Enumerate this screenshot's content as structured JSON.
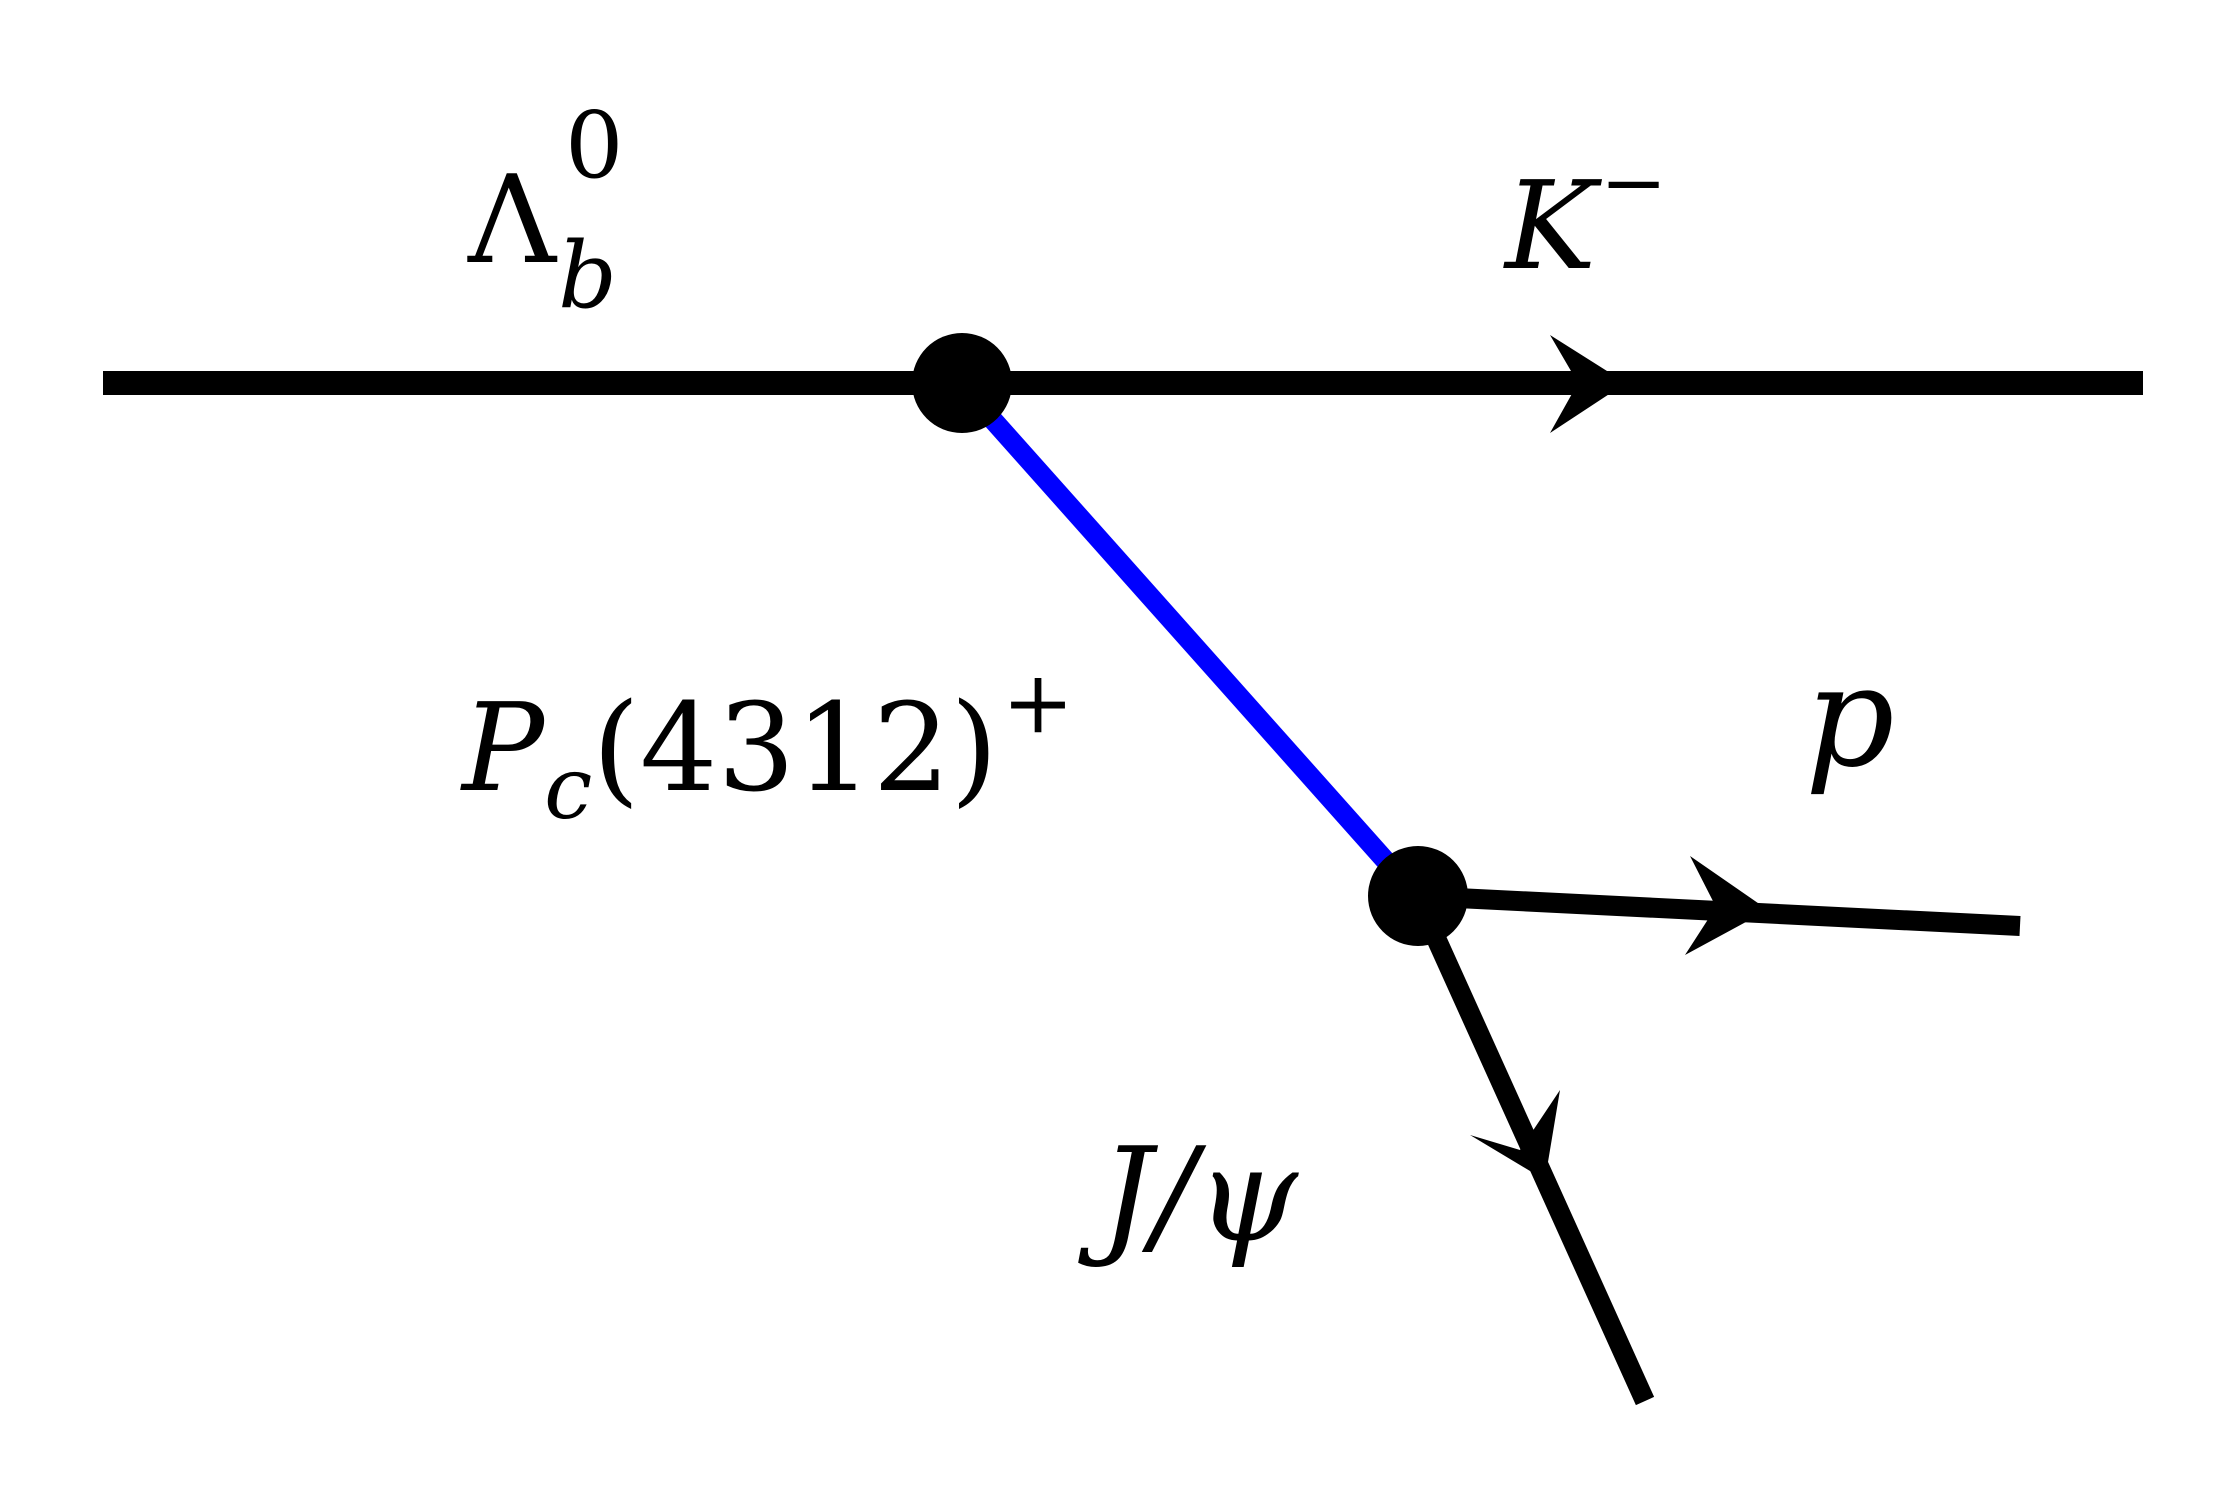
{
  "diagram": {
    "colors": {
      "line": "#000000",
      "propagator": "#0000ff",
      "background": "#ffffff"
    },
    "particles": {
      "initial": {
        "symbol": "Λ",
        "sub": "b",
        "sup": "0"
      },
      "kaon": {
        "symbol": "K",
        "sup": "−"
      },
      "pentaquark": {
        "symbol": "P",
        "sub": "c",
        "paren": "(4312)",
        "sup": "+"
      },
      "proton": {
        "symbol": "p"
      },
      "jpsi": {
        "symbol": "J/ψ"
      }
    }
  }
}
